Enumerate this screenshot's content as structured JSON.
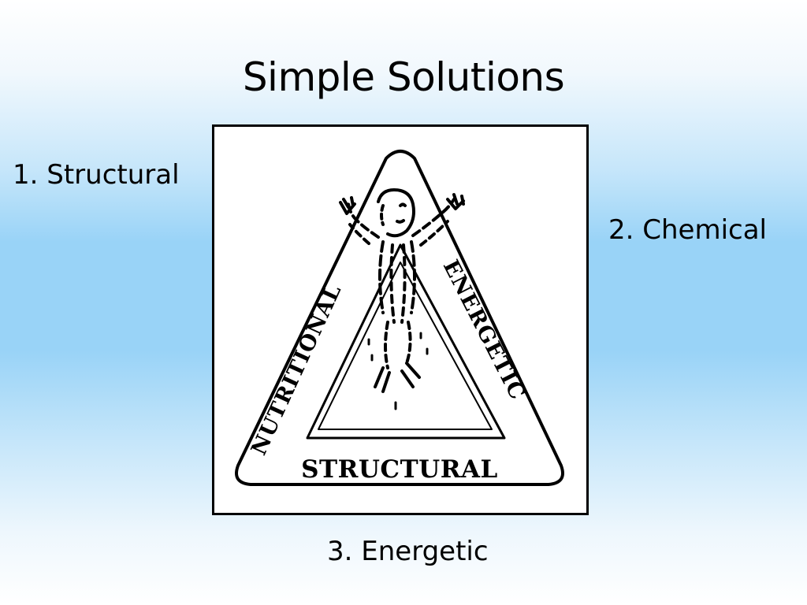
{
  "slide": {
    "title": "Simple Solutions",
    "points": [
      {
        "label": "1. Structural"
      },
      {
        "label": "2. Chemical"
      },
      {
        "label": "3. Energetic"
      }
    ]
  },
  "figure": {
    "description_icon": "triad-of-health-logo",
    "left_side_label": "NUTRITIONAL",
    "right_side_label": "ENERGETIC",
    "bottom_side_label": "STRUCTURAL"
  }
}
